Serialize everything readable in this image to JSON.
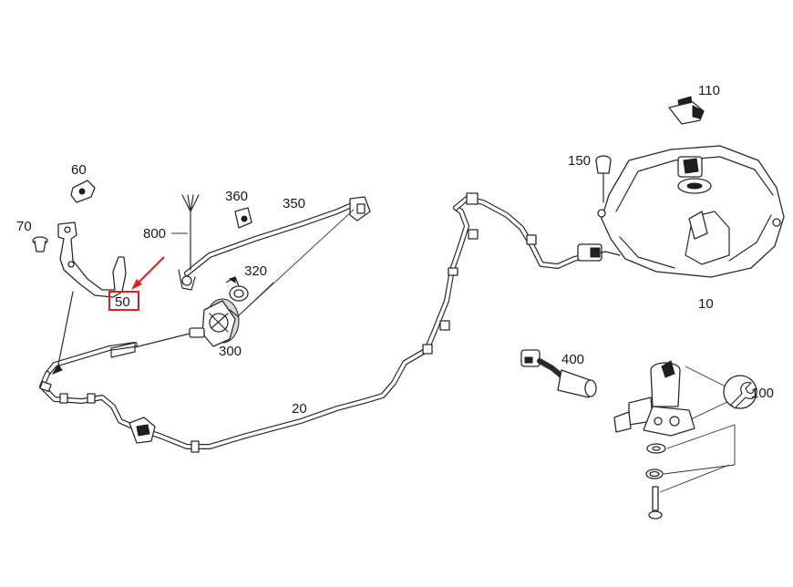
{
  "labels": {
    "p10": "10",
    "p20": "20",
    "p50": "50",
    "p60": "60",
    "p70": "70",
    "p100": "100",
    "p110": "110",
    "p150": "150",
    "p300": "300",
    "p320": "320",
    "p350": "350",
    "p360": "360",
    "p400": "400",
    "p800": "800"
  },
  "highlight": {
    "label": "50",
    "box_color": "#e0201b",
    "arrow_color": "#e0201b"
  },
  "icons": {
    "tools": "wrench-icon"
  }
}
